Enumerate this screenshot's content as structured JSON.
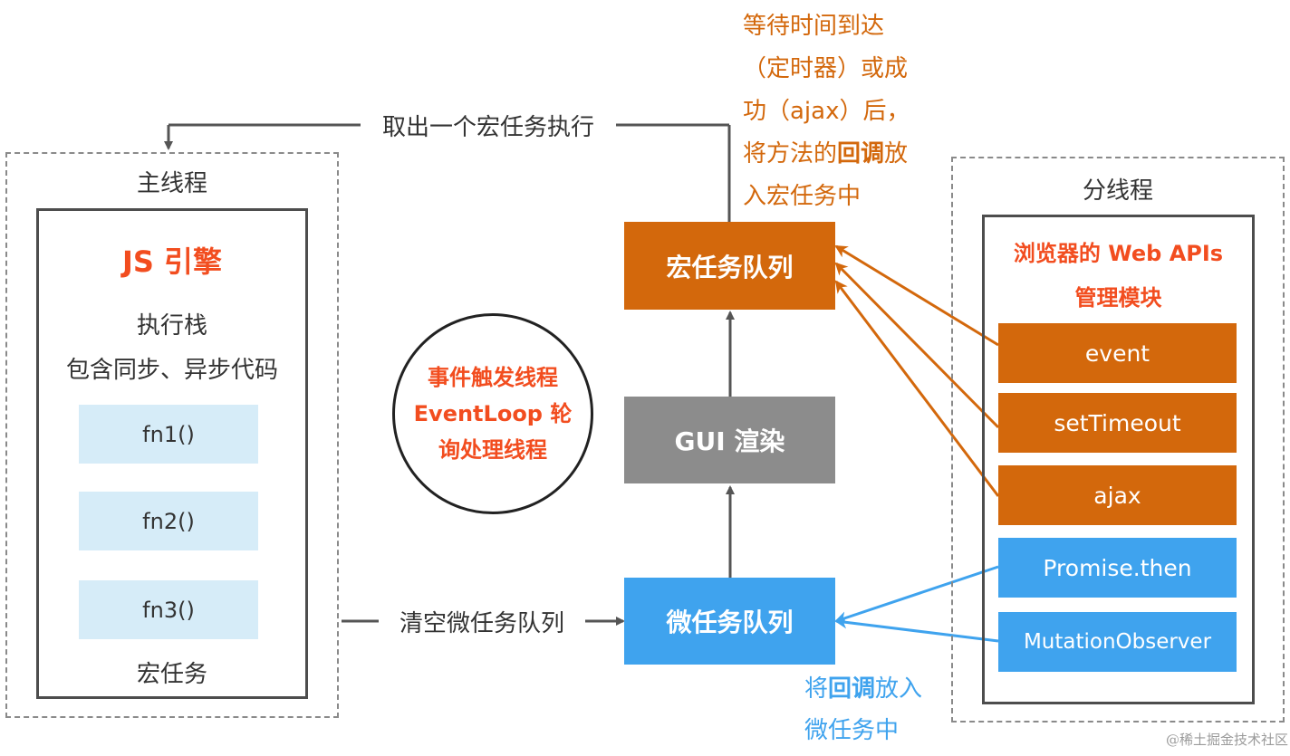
{
  "main_thread": {
    "title": "主线程",
    "engine_title": "JS 引擎",
    "stack_line1": "执行栈",
    "stack_line2": "包含同步、异步代码",
    "functions": [
      "fn1()",
      "fn2()",
      "fn3()"
    ],
    "footer": "宏任务"
  },
  "event_loop": {
    "line1": "事件触发线程",
    "line2": "EventLoop 轮",
    "line3": "询处理线程"
  },
  "queues": {
    "macro": "宏任务队列",
    "gui": "GUI 渲染",
    "micro": "微任务队列"
  },
  "flows": {
    "take_macro": "取出一个宏任务执行",
    "clear_micro": "清空微任务队列"
  },
  "macro_note": {
    "line1": "等待时间到达",
    "line2": "（定时器）或成",
    "line3": "功（ajax）后，",
    "line4_pre": "将方法的",
    "line4_bold": "回调",
    "line4_post": "放",
    "line5": "入宏任务中"
  },
  "micro_note": {
    "line1_pre": "将",
    "line1_bold": "回调",
    "line1_post": "放入",
    "line2": "微任务中"
  },
  "sub_thread": {
    "title": "分线程",
    "web_apis_line1": "浏览器的 Web APIs",
    "web_apis_line2": "管理模块",
    "macro_apis": [
      "event",
      "setTimeout",
      "ajax"
    ],
    "micro_apis": [
      "Promise.then",
      "MutationObserver"
    ]
  },
  "watermark": "@稀土掘金技术社区",
  "colors": {
    "orange": "#d3680c",
    "blue": "#3fa3ee",
    "gray": "#8c8c8c",
    "light_blue": "#d6ecf8",
    "title_red": "#f24d1f",
    "arrow_gray": "#555555"
  }
}
